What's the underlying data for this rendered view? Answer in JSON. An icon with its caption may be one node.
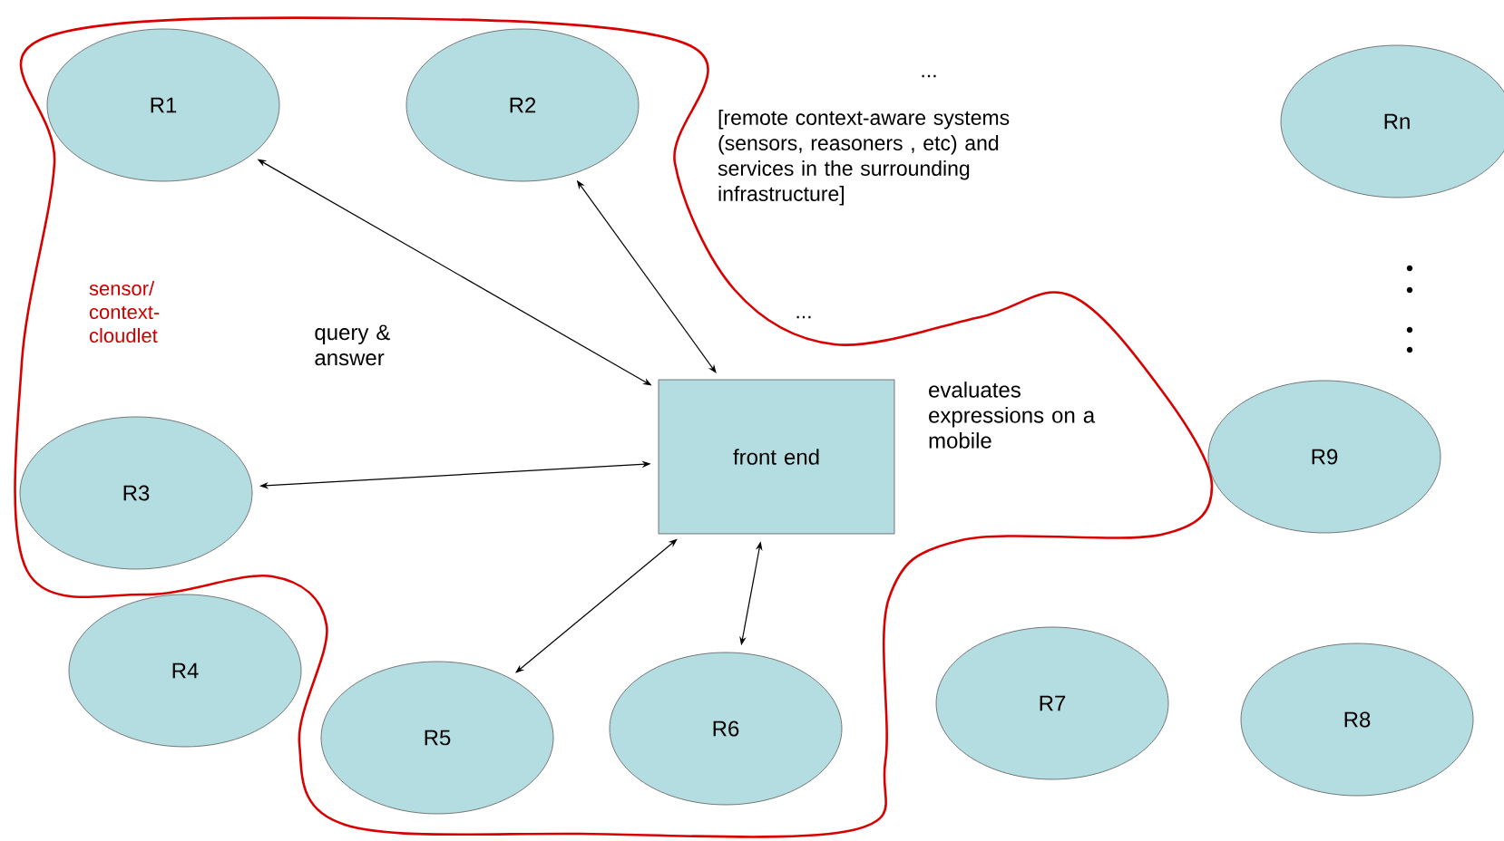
{
  "diagram": {
    "nodes": [
      {
        "text": [
          "sensor/ context- cloudlet"
        ]
      },
      {
        "text": [
          "R1"
        ],
        "in": 0
      },
      {
        "text": [
          "R2"
        ],
        "in": 0
      },
      {
        "text": [
          "Rn"
        ]
      },
      {
        "text": [
          "R3"
        ],
        "in": 0
      },
      {
        "text": [
          "front end"
        ],
        "in": 0,
        "beside": [
          "evaluates expressions on a mobile"
        ]
      },
      {
        "text": [
          "R9"
        ]
      },
      {
        "text": [
          "R4"
        ]
      },
      {
        "text": [
          "R5"
        ],
        "in": 0
      },
      {
        "text": [
          "R6"
        ],
        "in": 0
      },
      {
        "text": [
          "R7"
        ]
      },
      {
        "text": [
          "R8"
        ]
      }
    ],
    "edges": [
      {
        "from": 1,
        "to": 5,
        "arrow": "both",
        "label": "query & answer"
      },
      {
        "from": 2,
        "to": 5,
        "arrow": "both"
      },
      {
        "from": 4,
        "to": 5,
        "arrow": "both"
      },
      {
        "from": 5,
        "to": 8,
        "arrow": "both"
      },
      {
        "from": 5,
        "to": 9,
        "arrow": "both"
      }
    ],
    "labels": [
      "...",
      "[remote context-aware systems (sensors, reasoners , etc) and services in the surrounding infrastructure]",
      "..."
    ]
  }
}
